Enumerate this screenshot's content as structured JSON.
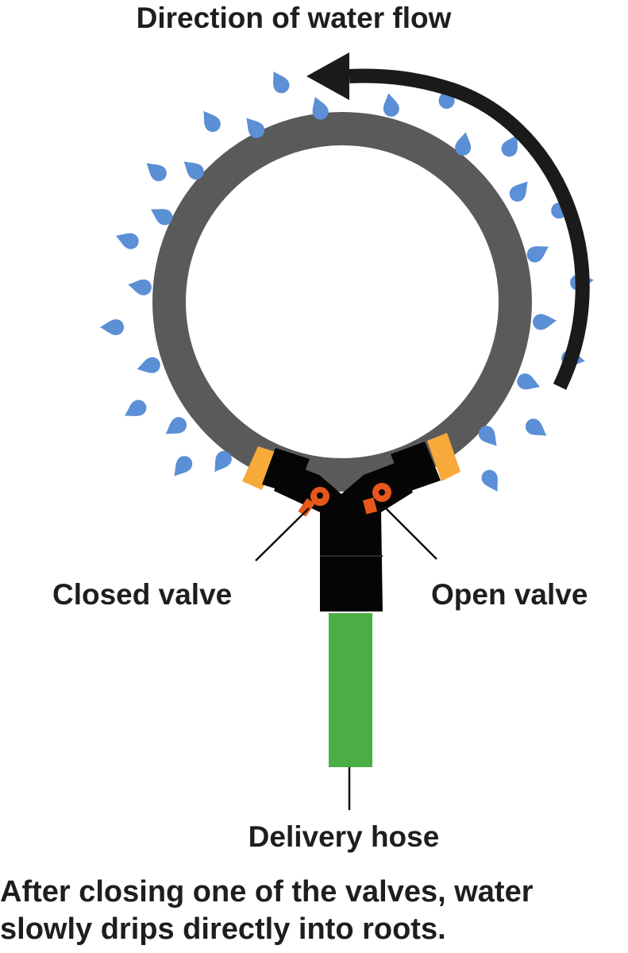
{
  "labels": {
    "title": "Direction of water flow",
    "closed_valve": "Closed valve",
    "open_valve": "Open valve",
    "delivery_hose": "Delivery hose",
    "caption": "After closing one of the valves, water slowly drips directly into roots."
  },
  "colors": {
    "ring": "#5a5a5a",
    "droplet": "#5b8fd6",
    "arrow": "#1a1a1a",
    "fitting": "#050505",
    "collar": "#f7a93a",
    "valve": "#e8561c",
    "hose": "#4aae45"
  },
  "icons": {
    "droplet": "droplet-icon",
    "flow_arrow": "curved-arrow-icon",
    "valve": "valve-icon"
  }
}
